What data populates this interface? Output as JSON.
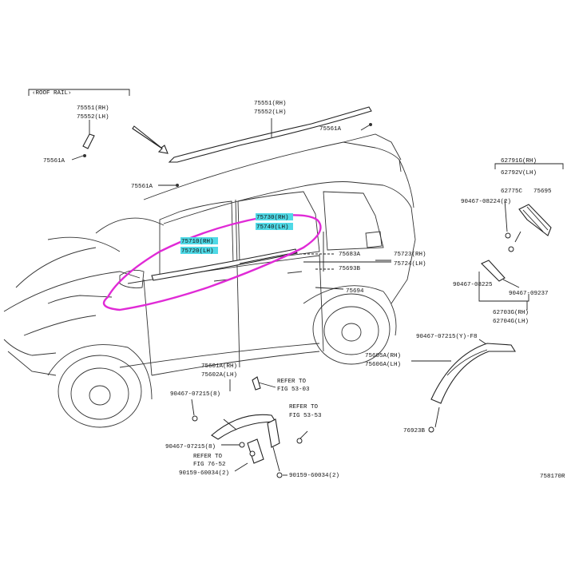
{
  "header": {
    "roof_rail": "‹ROOF RAIL›"
  },
  "labels": {
    "p75551_rh": "75551(RH)",
    "p75552_lh": "75552(LH)",
    "p75561a_left": "75561A",
    "p75551_rh_b": "75551(RH)",
    "p75552_lh_b": "75552(LH)",
    "p75561a_top": "75561A",
    "p75561a_mid": "75561A",
    "p75730_rh": "75730(RH)",
    "p75740_lh": "75740(LH)",
    "p75710_rh": "75710(RH)",
    "p75720_lh": "75720(LH)",
    "p62791g_rh": "62791G(RH)",
    "p62792v_lh": "62792V(LH)",
    "p90467_08224": "90467-08224(2)",
    "p62775c": "62775C",
    "p75695": "75695",
    "p75683a": "75683A",
    "p75693b": "75693B",
    "p75723_rh": "75723(RH)",
    "p75724_lh": "75724(LH)",
    "p75694": "75694",
    "p90467_08225": "90467-08225",
    "p90467_09237": "90467-09237",
    "p62703g_rh": "62703G(RH)",
    "p62704g_lh": "62704G(LH)",
    "p90467_07215_y": "90467-07215(Y)-F8",
    "p75605a_rh": "75605A(RH)",
    "p75606a_lh": "75606A(LH)",
    "p75601a_rh": "75601A(RH)",
    "p75602a_lh": "75602A(LH)",
    "p90467_07215_8": "90467-07215(8)",
    "refer_1a": "REFER TO",
    "refer_1b": "FIG 53-03",
    "refer_2a": "REFER TO",
    "refer_2b": "FIG 53-53",
    "p90467_07215_b": "90467-07215(8)",
    "refer_3a": "REFER TO",
    "refer_3b": "FIG 76-52",
    "p90159_60034_a": "90159-60034(2)",
    "p90159_60034_b": "90159-60034(2)",
    "p76923b": "76923B",
    "diagram_id": "758170R"
  },
  "colors": {
    "highlight": "#4fd9e6",
    "callout_outline": "#e02ad6",
    "line": "#222222"
  }
}
